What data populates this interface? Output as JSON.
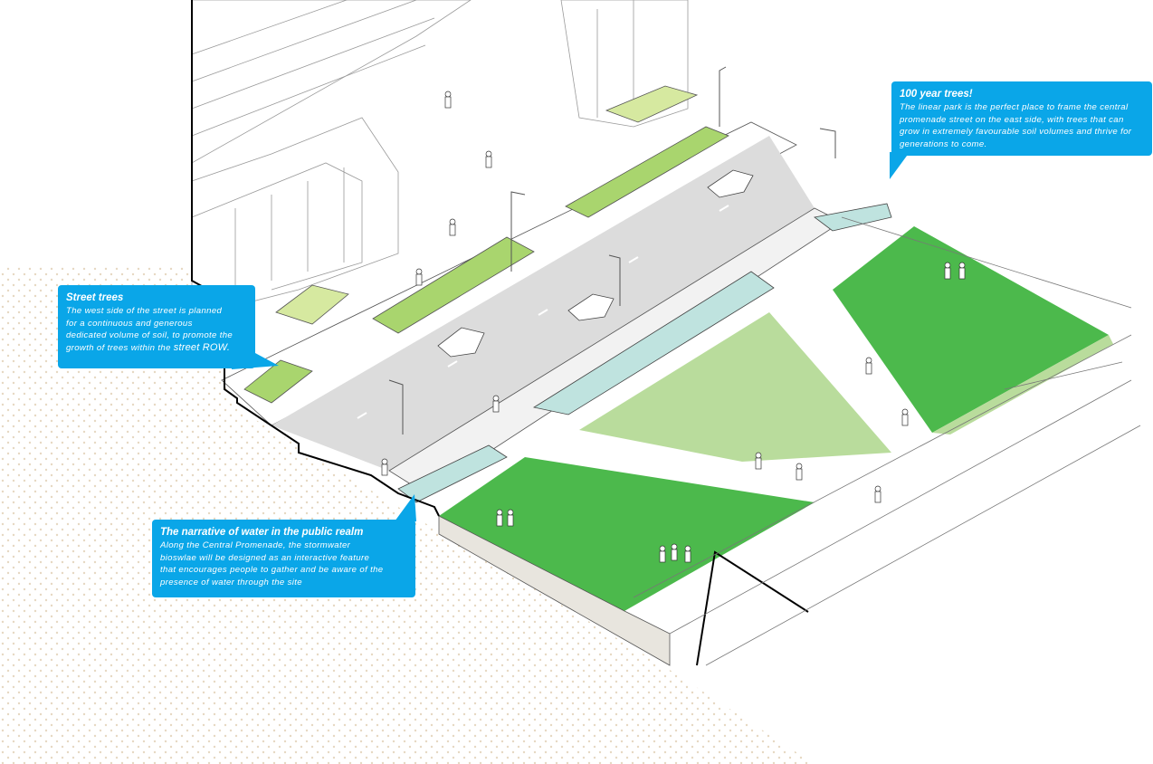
{
  "callouts": {
    "street_trees": {
      "title": "Street trees",
      "body_lines": [
        "The west side of the street is planned",
        "for a continuous and generous",
        "dedicated volume of soil, to promote the",
        "growth of trees within the"
      ],
      "body_emphasis": "street ROW."
    },
    "water": {
      "title": "The narrative of water in the public realm",
      "body_lines": [
        "Along the Central Promenade, the stormwater",
        "bioswlae will be designed as an interactive feature",
        "that encourages people to gather and be aware of the",
        "presence of water through the site"
      ]
    },
    "trees_100": {
      "title": "100 year trees!",
      "body_lines": [
        "The linear park is the perfect place to frame the central",
        "promenade street on the east side, with trees that can",
        "grow in extremely favourable soil volumes and thrive for",
        "generations to come."
      ]
    }
  },
  "colors": {
    "callout": "#0aa6e8",
    "road": "#dcdcdc",
    "grass_dark": "#4cb94c",
    "grass_light": "#b9dc9c",
    "grass_mid": "#8cc878",
    "planter": "#a9d56e",
    "water": "#bfe3df",
    "dots": "#e8dcc8"
  }
}
